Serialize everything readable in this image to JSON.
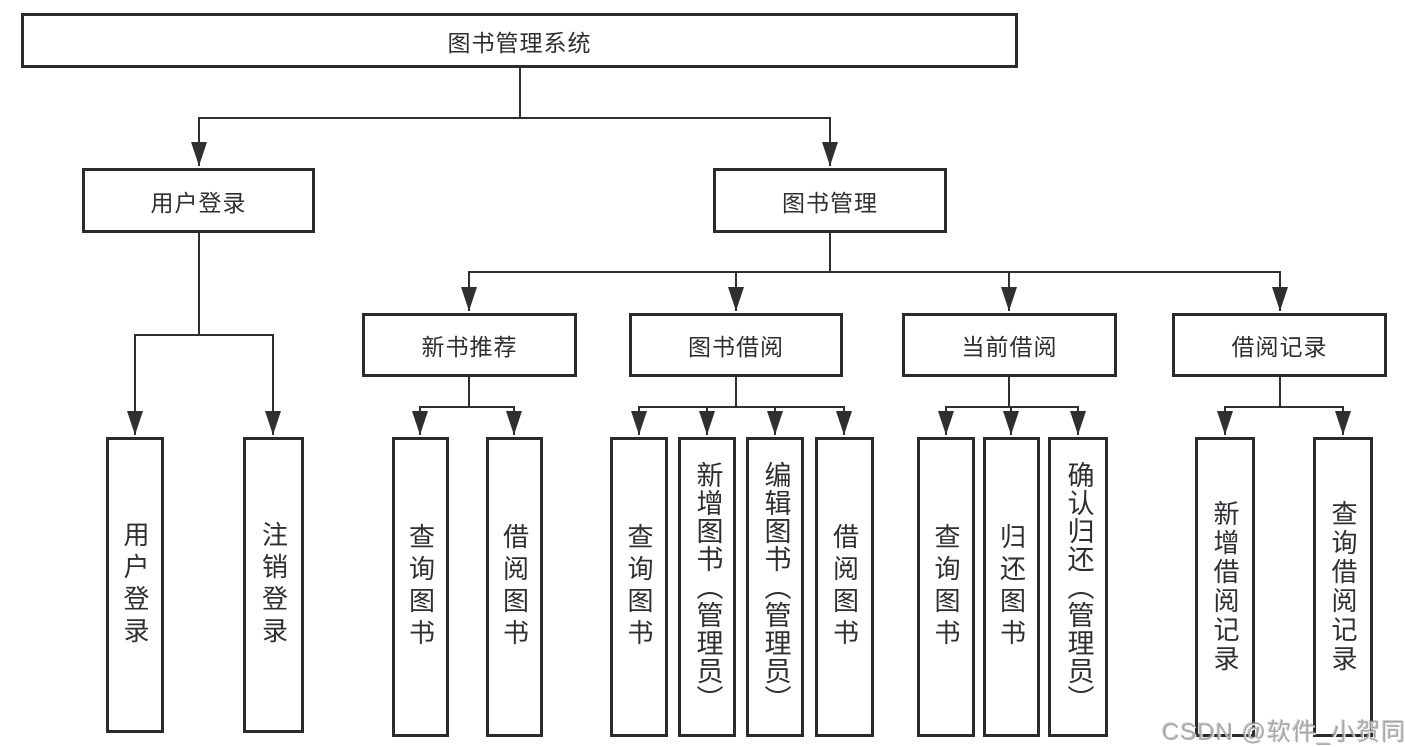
{
  "tree": {
    "label": "图书管理系统",
    "children": [
      {
        "label": "用户登录",
        "children": [
          {
            "label": "用户登录"
          },
          {
            "label": "注销登录"
          }
        ]
      },
      {
        "label": "图书管理",
        "children": [
          {
            "label": "新书推荐",
            "children": [
              {
                "label": "查询图书"
              },
              {
                "label": "借阅图书"
              }
            ]
          },
          {
            "label": "图书借阅",
            "children": [
              {
                "label": "查询图书"
              },
              {
                "label": "新增图书（管理员）"
              },
              {
                "label": "编辑图书（管理员）"
              },
              {
                "label": "借阅图书"
              }
            ]
          },
          {
            "label": "当前借阅",
            "children": [
              {
                "label": "查询图书"
              },
              {
                "label": "归还图书"
              },
              {
                "label": "确认归还（管理员）"
              }
            ]
          },
          {
            "label": "借阅记录",
            "children": [
              {
                "label": "新增借阅记录"
              },
              {
                "label": "查询借阅记录"
              }
            ]
          }
        ]
      }
    ]
  },
  "watermark": {
    "text": "CSDN @软件_小贺同学"
  },
  "colors": {
    "line": "#2f2f2f",
    "border": "#2b2b2b",
    "text": "#2e2e33",
    "watermark": "#9e9e9e",
    "background": "#ffffff"
  }
}
